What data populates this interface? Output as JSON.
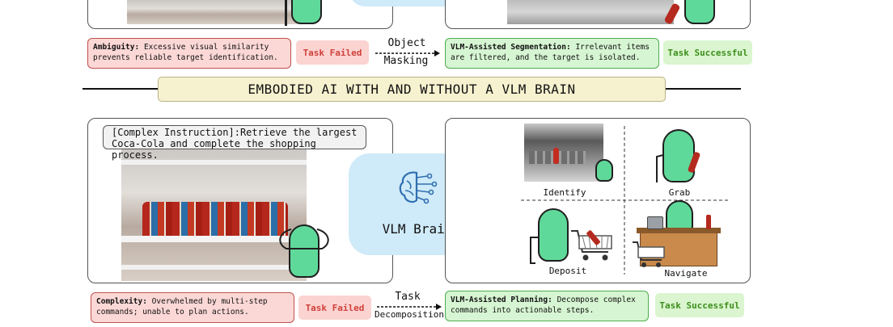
{
  "top": {
    "ambiguity_title": "Ambiguity:",
    "ambiguity_text": "Excessive visual similarity prevents reliable target identification.",
    "task_failed": "Task Failed",
    "arrow_label_line1": "Object",
    "arrow_label_line2": "Masking",
    "segmentation_title": "VLM-Assisted Segmentation:",
    "segmentation_text": "Irrelevant items are filtered, and the target is isolated.",
    "task_successful": "Task Successful"
  },
  "banner": {
    "title": "EMBODIED AI WITH AND WITHOUT A VLM BRAIN"
  },
  "bottom": {
    "instruction": "[Complex Instruction]:Retrieve the largest Coca-Cola and complete the shopping process.",
    "vlm_brain_label": "VLM Brain",
    "steps": [
      "Identify",
      "Grab",
      "Deposit",
      "Navigate"
    ],
    "complexity_title": "Complexity:",
    "complexity_text": "Overwhelmed by multi-step commands; unable to plan actions.",
    "task_failed": "Task Failed",
    "arrow_label_line1": "Task",
    "arrow_label_line2": "Decomposition",
    "planning_title": "VLM-Assisted Planning:",
    "planning_text": "Decompose complex commands into actionable steps.",
    "task_successful": "Task Successful"
  },
  "colors": {
    "fail_bg": "#fbd8d6",
    "fail_text": "#d0413b",
    "success_bg": "#daf5cf",
    "success_text": "#3d8f1c",
    "robot_green": "#5fd99a",
    "cloud_blue": "#cfeaf8",
    "banner_bg": "#f6f1cf"
  }
}
